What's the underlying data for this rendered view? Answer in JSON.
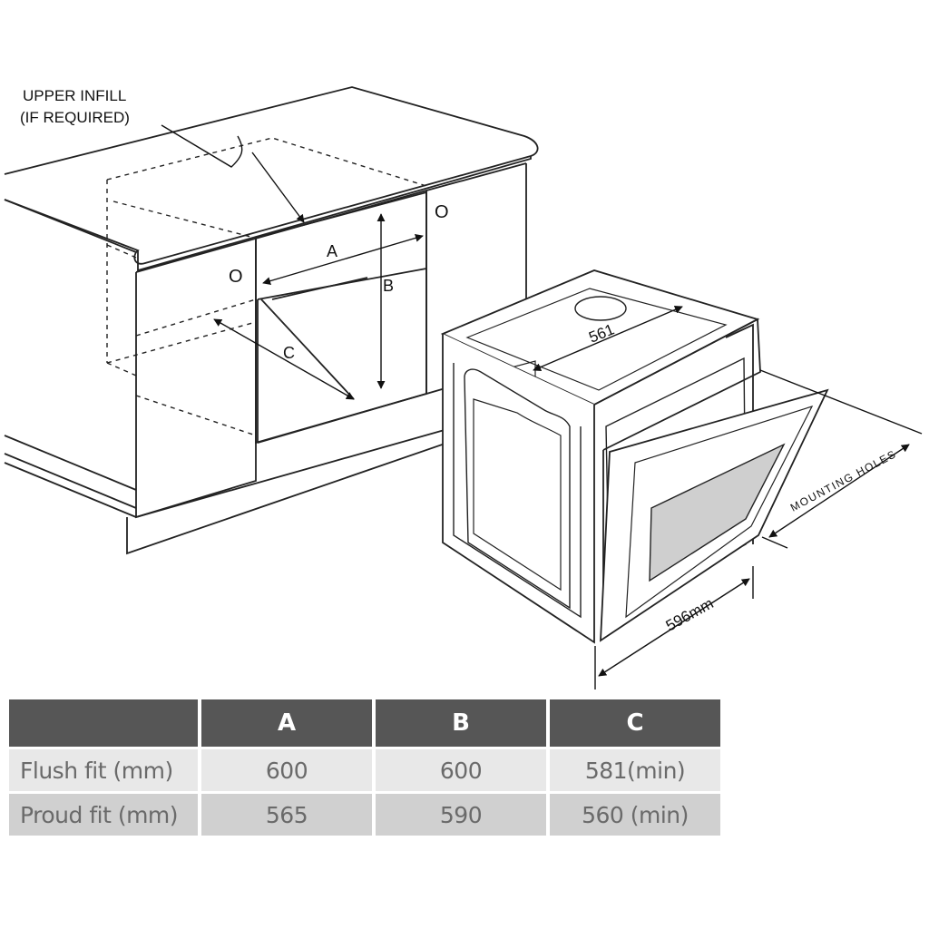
{
  "diagram": {
    "callout_line1": "UPPER INFILL",
    "callout_line2": "(IF REQUIRED)",
    "label_a": "A",
    "label_b": "B",
    "label_c": "C",
    "mark_left": "O",
    "mark_right": "O",
    "oven_depth": "561",
    "oven_width": "596mm",
    "mounting_holes": "MOUNTING HOLES"
  },
  "table": {
    "headers": [
      "",
      "A",
      "B",
      "C"
    ],
    "rows": [
      [
        "Flush fit (mm)",
        "600",
        "600",
        "581(min)"
      ],
      [
        "Proud fit (mm)",
        "565",
        "590",
        "560 (min)"
      ]
    ]
  }
}
